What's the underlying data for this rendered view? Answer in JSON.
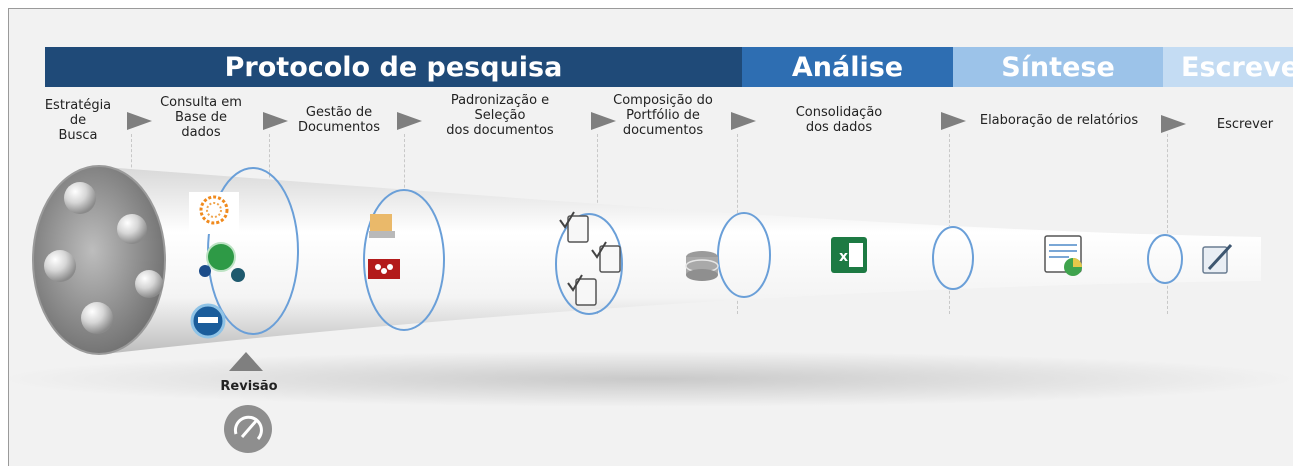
{
  "phases": {
    "protocolo": "Protocolo de pesquisa",
    "analise": "Análise",
    "sintese": "Síntese",
    "escrever": "Escrever"
  },
  "steps": [
    "Estratégia\nde\nBusca",
    "Consulta em\nBase de\ndados",
    "Gestão de\nDocumentos",
    "Padronização e\nSeleção\ndos documentos",
    "Composição do\nPortfólio de\ndocumentos",
    "Consolidação\ndos dados",
    "Elaboração de relatórios",
    "Escrever"
  ],
  "review": {
    "label": "Revisão"
  },
  "icons": {
    "funnel_mouth": "sphere-cluster-icon",
    "databases": [
      "web-of-science-icon",
      "scielo-icon",
      "scopus-icon",
      "ebsco-icon"
    ],
    "doc_managers": [
      "endnote-icon",
      "mendeley-icon"
    ],
    "selection": "checked-document-icon",
    "portfolio": "database-icon",
    "consolidation": "excel-icon",
    "reports": "report-chart-icon",
    "writing": "pen-edit-icon",
    "review": "edit-cycle-icon"
  },
  "colors": {
    "protocolo": "#1f4a78",
    "analise": "#2e6eb2",
    "sintese": "#9cc3e9",
    "escrever": "#c4dcf3",
    "ring": "#6a9fd8"
  }
}
